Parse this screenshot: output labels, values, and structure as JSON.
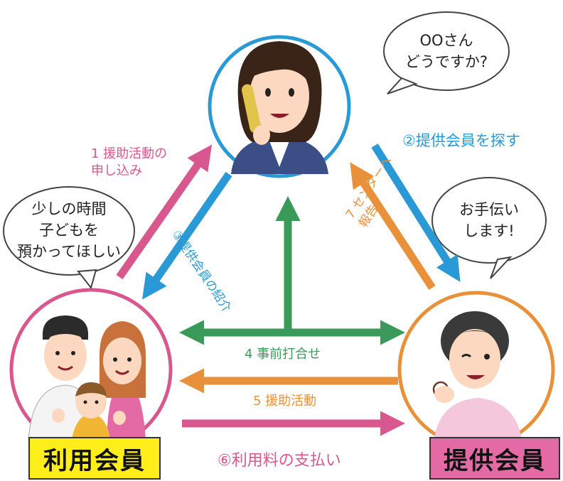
{
  "bubbles": {
    "coordinator_line1": "OOさん",
    "coordinator_line2": "どうですか?",
    "user_line1": "少しの時間",
    "user_line2": "子どもを",
    "user_line3": "預かってほしい",
    "provider_line1": "お手伝い",
    "provider_line2": "します!"
  },
  "steps": {
    "s1_line1": "1 援助活動の",
    "s1_line2": "申し込み",
    "s2": "②提供会員を探す",
    "s3": "③提供会員の紹介",
    "s4": "4 事前打合せ",
    "s5": "5 援助活動",
    "s6": "⑥利用料の支払い",
    "s7_line1": "7 センターへ",
    "s7_line2": "報告"
  },
  "labels": {
    "user_member": "利用会員",
    "provider_member": "提供会員"
  },
  "colors": {
    "pink": "#d9578f",
    "blue": "#2a9ad6",
    "green": "#3a9a5a",
    "orange": "#e8913a",
    "yellow_box": "#ffee1a",
    "pink_box": "#e46aa6",
    "circle_top": "#2a9ad6",
    "circle_left": "#d9578f",
    "circle_right": "#e8913a"
  }
}
